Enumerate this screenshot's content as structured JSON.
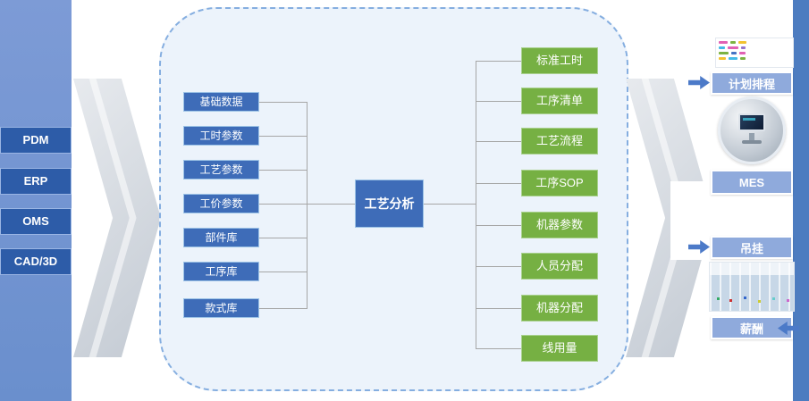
{
  "left_panel": {
    "items": [
      "PDM",
      "ERP",
      "OMS",
      "CAD/3D"
    ]
  },
  "process_container": {
    "inputs": [
      "基础数据",
      "工时参数",
      "工艺参数",
      "工价参数",
      "部件库",
      "工序库",
      "款式库"
    ],
    "analysis_label": "工艺分析",
    "outputs": [
      "标准工时",
      "工序清单",
      "工艺流程",
      "工序SOP",
      "机器参数",
      "人员分配",
      "机器分配",
      "线用量"
    ]
  },
  "right_panel": {
    "items": [
      "计划排程",
      "MES",
      "吊挂",
      "薪酬"
    ]
  },
  "colors": {
    "left_bar": "#6f93d2",
    "left_box": "#2d5ca8",
    "input_box": "#3e6cb8",
    "output_box": "#76b043",
    "right_box": "#8faadc",
    "arrow_accent": "#4c7ac8",
    "container_border": "#85aee0",
    "connector": "#a6a6a6"
  }
}
